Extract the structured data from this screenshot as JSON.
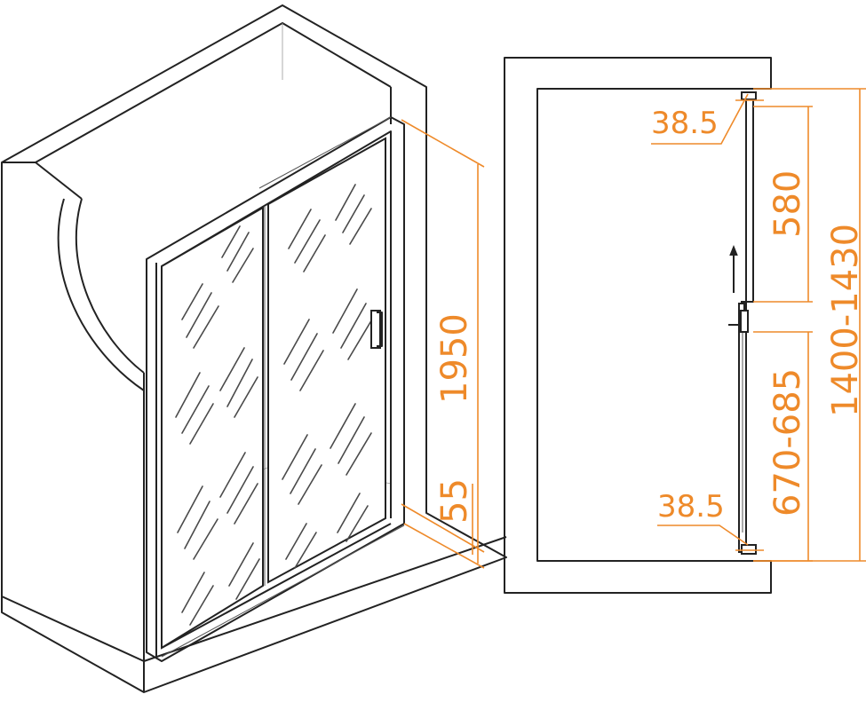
{
  "colors": {
    "line": "#222222",
    "dimension": "#ee8a2a",
    "background": "#ffffff"
  },
  "dimensions": {
    "height": "1950",
    "base": "55",
    "offset_top": "38.5",
    "offset_bottom": "38.5",
    "fixed_panel": "580",
    "sliding_panel": "670-685",
    "total_width": "1400-1430"
  },
  "icons": {
    "arrow": "arrow-up-icon",
    "handle": "door-handle-icon"
  }
}
